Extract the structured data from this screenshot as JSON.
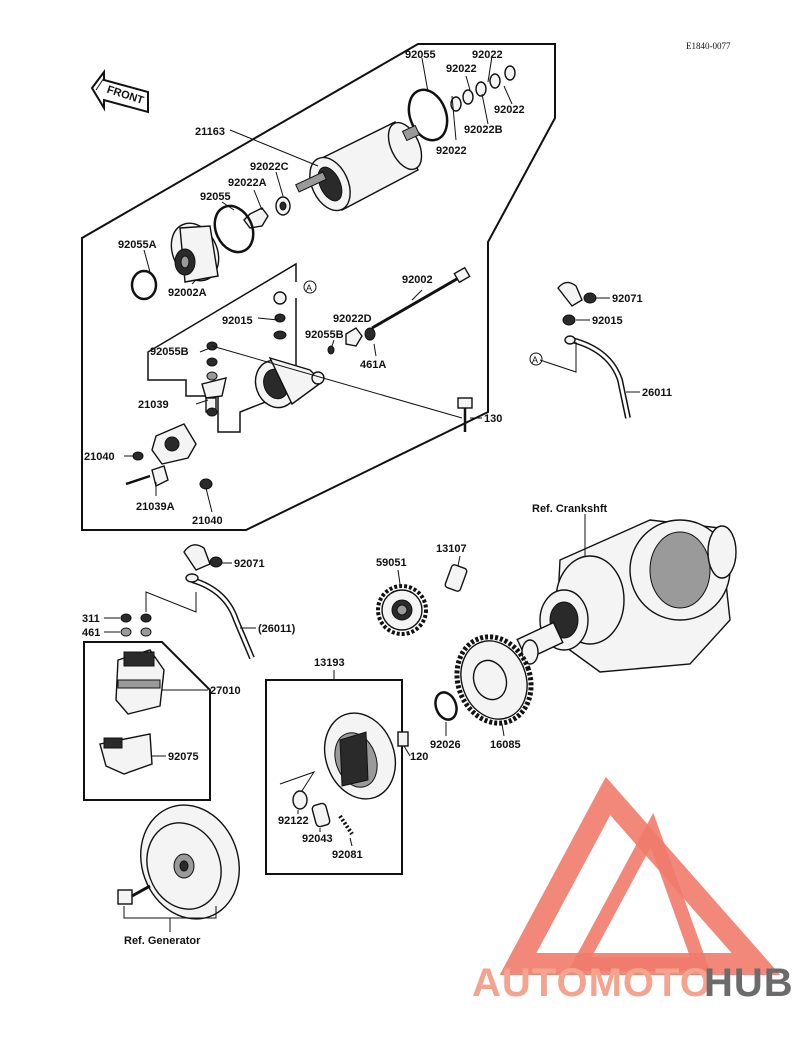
{
  "diagram": {
    "code": "E1840-0077",
    "front_label": "FRONT",
    "ref_marker": "A",
    "labels": {
      "p21163": "21163",
      "p92055_top": "92055",
      "p92022_a": "92022",
      "p92022_b": "92022",
      "p92022_c": "92022",
      "p92022_d": "92022",
      "p92022B": "92022B",
      "p92022C": "92022C",
      "p92022A": "92022A",
      "p92055_mid": "92055",
      "p92055A": "92055A",
      "p92002A": "92002A",
      "p92015_left": "92015",
      "p92055B": "92055B",
      "p92055B_mid": "92055B",
      "p92022D": "92022D",
      "p461A": "461A",
      "p92002": "92002",
      "p130": "130",
      "p21039": "21039",
      "p21040_a": "21040",
      "p21039A": "21039A",
      "p21040_b": "21040",
      "p92071_top": "92071",
      "p92015_right": "92015",
      "p26011": "26011",
      "ref_crankshaft": "Ref. Crankshft",
      "p13107": "13107",
      "p59051": "59051",
      "p92071_mid": "92071",
      "p311": "311",
      "p461": "461",
      "p26011_paren": "(26011)",
      "p27010": "27010",
      "p92075": "92075",
      "p13193": "13193",
      "p120": "120",
      "p92026": "92026",
      "p16085": "16085",
      "p92122": "92122",
      "p92043": "92043",
      "p92081": "92081",
      "ref_generator": "Ref. Generator"
    }
  },
  "watermark": {
    "text_a": "AUTOMOTO",
    "text_b": "HUB",
    "color_a": "#f4a38f",
    "color_b": "#6b6b6b",
    "triangle_color": "#ef7b6b"
  }
}
